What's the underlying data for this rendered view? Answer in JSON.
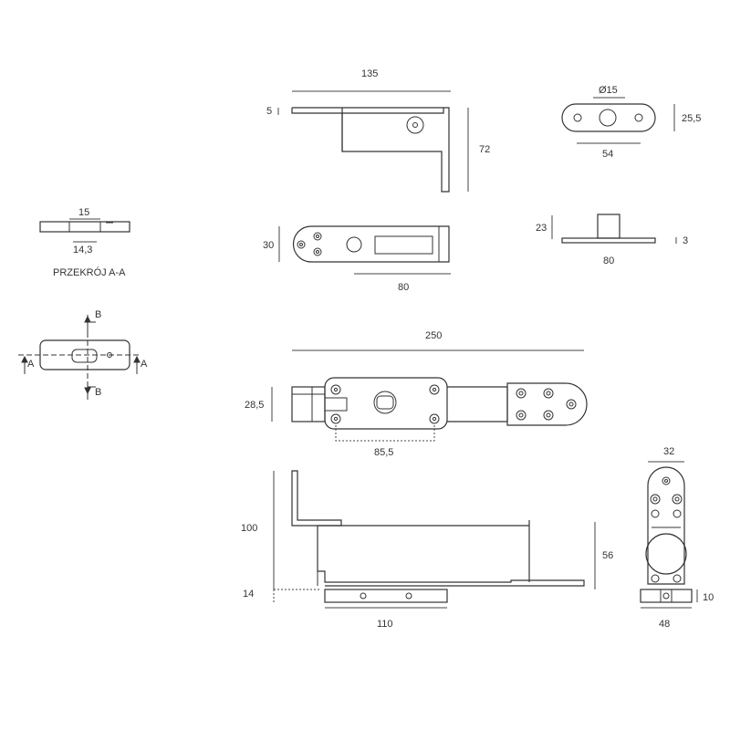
{
  "labels": {
    "top_plate_width": "135",
    "top_plate_thickness": "5",
    "top_plate_height": "72",
    "washer_diameter": "Ø15",
    "washer_height": "25,5",
    "washer_hole_spacing": "54",
    "strip_height": "30",
    "strip_slot_length": "80",
    "pivot_height": "23",
    "pivot_base_thickness": "3",
    "pivot_base_width": "80",
    "section_top": "15",
    "section_bottom": "14,3",
    "section_title": "PRZEKRÓJ A-A",
    "mark_a_left": "A",
    "mark_a_right": "A",
    "mark_b_top": "B",
    "mark_b_bottom": "B",
    "total_length": "250",
    "body_width": "28,5",
    "bolt_spacing": "85,5",
    "side_total_height": "100",
    "side_base_height": "14",
    "side_base_width": "110",
    "side_body_height": "56",
    "end_width": "32",
    "end_base_height": "10",
    "end_base_width": "48"
  }
}
